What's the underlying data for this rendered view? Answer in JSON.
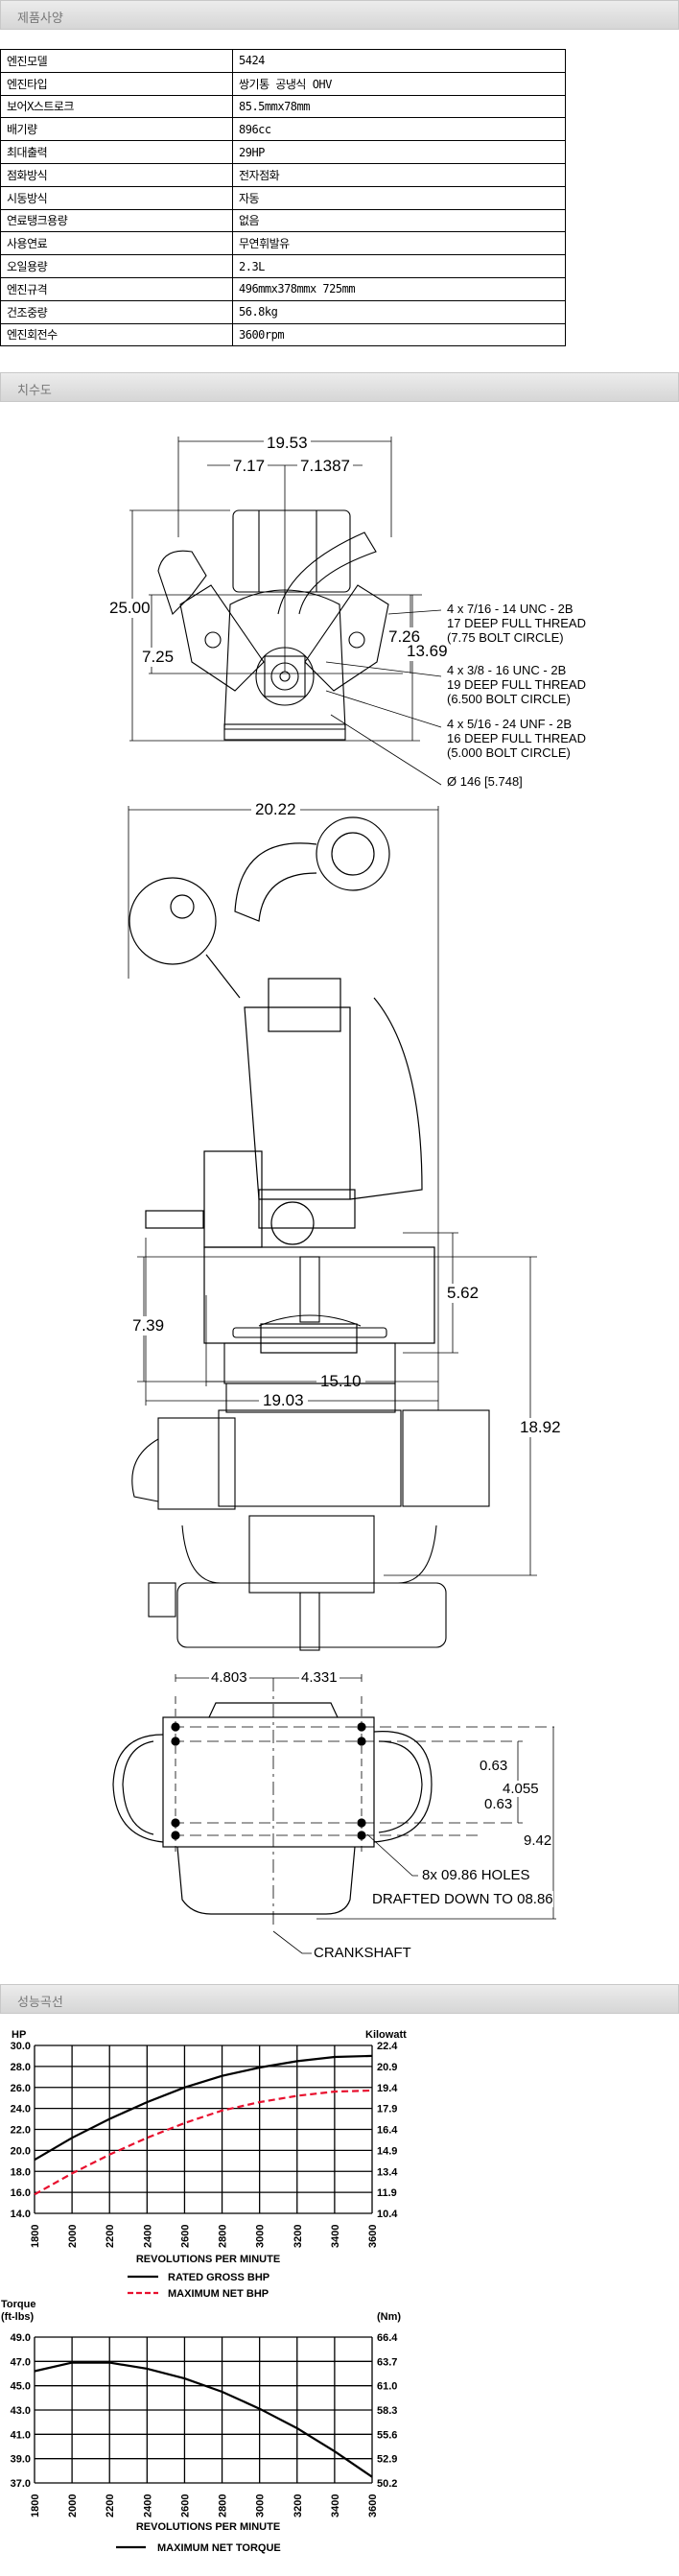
{
  "sections": {
    "spec": "제품사양",
    "dims": "치수도",
    "perf": "성능곡선"
  },
  "spec_rows": [
    {
      "k": "엔진모델",
      "v": "5424"
    },
    {
      "k": "엔진타입",
      "v": "쌍기통 공냉식 OHV"
    },
    {
      "k": "보어X스트로크",
      "v": "85.5mmx78mm"
    },
    {
      "k": "배기량",
      "v": "896cc"
    },
    {
      "k": "최대출력",
      "v": "29HP"
    },
    {
      "k": "점화방식",
      "v": "전자점화"
    },
    {
      "k": "시동방식",
      "v": "자동"
    },
    {
      "k": "연료탱크용량",
      "v": "없음"
    },
    {
      "k": "사용연료",
      "v": "무연휘발유"
    },
    {
      "k": "오일용량",
      "v": "2.3L"
    },
    {
      "k": "엔진규격",
      "v": "496mmx378mmx 725mm"
    },
    {
      "k": "건조중량",
      "v": "56.8kg"
    },
    {
      "k": "엔진회전수",
      "v": "3600rpm"
    }
  ],
  "drawing1": {
    "w": "19.53",
    "l": "7.17",
    "r": "7.1387",
    "h": "25.00",
    "h2": "7.25",
    "h3": "7.26",
    "h4": "13.69",
    "note1": [
      "4 x 7/16 - 14 UNC - 2B",
      "17 DEEP FULL THREAD",
      "(7.75 BOLT CIRCLE)"
    ],
    "note2": [
      "4 x 3/8 - 16 UNC - 2B",
      "19 DEEP FULL THREAD",
      "(6.500 BOLT CIRCLE)"
    ],
    "note3": [
      "4 x 5/16 - 24 UNF - 2B",
      "16 DEEP FULL THREAD",
      "(5.000 BOLT CIRCLE)"
    ],
    "note4": "Ø 146 [5.748]"
  },
  "drawing2": {
    "w": "20.22",
    "h": "5.62",
    "b1": "15.10",
    "b2": "19.03"
  },
  "drawing3": {
    "top": "7.39",
    "h": "18.92"
  },
  "drawing4": {
    "l": "4.803",
    "r": "4.331",
    "a": "0.63",
    "b": "4.055",
    "c": "0.63",
    "d": "9.42",
    "holes": "8x 09.86 HOLES",
    "drafted": "DRAFTED DOWN TO 08.86",
    "crank": "CRANKSHAFT"
  },
  "chart_data": [
    {
      "type": "line",
      "title": "",
      "xlabel": "REVOLUTIONS  PER  MINUTE",
      "ylabel": "HP",
      "ylabel_right": "Kilowatt",
      "x": [
        1800,
        2000,
        2200,
        2400,
        2600,
        2800,
        3000,
        3200,
        3400,
        3600
      ],
      "ylim": [
        14,
        30
      ],
      "yticks": [
        "14.0",
        "16.0",
        "18.0",
        "20.0",
        "22.0",
        "24.0",
        "26.0",
        "28.0",
        "30.0"
      ],
      "yticks_right": [
        "10.4",
        "11.9",
        "13.4",
        "14.9",
        "16.4",
        "17.9",
        "19.4",
        "20.9",
        "22.4"
      ],
      "grid": true,
      "legend": "bottom",
      "series": [
        {
          "name": "RATED  GROSS  BHP",
          "color": "#000000",
          "dash": false,
          "values": [
            19.1,
            21.2,
            23.0,
            24.6,
            26.0,
            27.1,
            27.9,
            28.5,
            28.9,
            29.0
          ]
        },
        {
          "name": "MAXIMUM  NET  BHP",
          "color": "#e8102e",
          "dash": true,
          "values": [
            15.8,
            17.8,
            19.6,
            21.2,
            22.6,
            23.8,
            24.6,
            25.2,
            25.6,
            25.7
          ]
        }
      ]
    },
    {
      "type": "line",
      "title": "",
      "xlabel": "REVOLUTIONS  PER  MINUTE",
      "ylabel": "Torque (ft-lbs)",
      "ylabel_lines": [
        "Torque",
        "(ft-lbs)"
      ],
      "ylabel_right": "(Nm)",
      "x": [
        1800,
        2000,
        2200,
        2400,
        2600,
        2800,
        3000,
        3200,
        3400,
        3600
      ],
      "ylim": [
        37,
        49
      ],
      "yticks": [
        "37.0",
        "39.0",
        "41.0",
        "43.0",
        "45.0",
        "47.0",
        "49.0"
      ],
      "yticks_right": [
        "50.2",
        "52.9",
        "55.6",
        "58.3",
        "61.0",
        "63.7",
        "66.4"
      ],
      "grid": true,
      "legend": "bottom",
      "series": [
        {
          "name": "MAXIMUM NET  TORQUE",
          "color": "#000000",
          "dash": false,
          "values": [
            46.2,
            46.9,
            46.9,
            46.4,
            45.6,
            44.5,
            43.1,
            41.5,
            39.6,
            37.5
          ]
        }
      ]
    }
  ]
}
